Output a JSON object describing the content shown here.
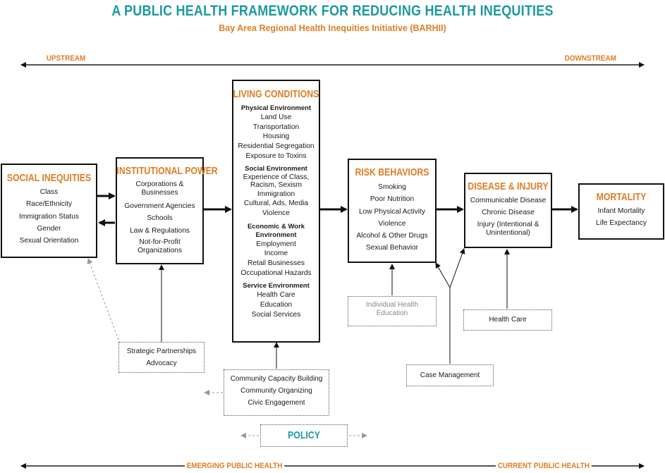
{
  "header": {
    "title": "A PUBLIC HEALTH FRAMEWORK FOR REDUCING HEALTH INEQUITIES",
    "subtitle": "Bay Area Regional Health Inequities Initiative (BARHII)"
  },
  "axis_top": {
    "left": "UPSTREAM",
    "right": "DOWNSTREAM"
  },
  "axis_bottom": {
    "left": "EMERGING PUBLIC HEALTH",
    "right": "CURRENT PUBLIC HEALTH"
  },
  "social_inequities": {
    "title": "SOCIAL INEQUITIES",
    "items": [
      "Class",
      "Race/Ethnicity",
      "Immigration Status",
      "Gender",
      "Sexual Orientation"
    ]
  },
  "institutional_power": {
    "title": "INSTITUTIONAL POWER",
    "items": [
      "Corporations & Businesses",
      "Government Agencies",
      "Schools",
      "Law & Regulations",
      "Not-for-Profit Organizations"
    ]
  },
  "living_conditions": {
    "title": "LIVING CONDITIONS",
    "sections": [
      {
        "heading": "Physical Environment",
        "items": [
          "Land Use",
          "Transportation",
          "Housing",
          "Residential Segregation",
          "Exposure to Toxins"
        ]
      },
      {
        "heading": "Social Environment",
        "items": [
          "Experience of Class, Racism, Sexism",
          "Immigration",
          "Cultural, Ads, Media",
          "Violence"
        ]
      },
      {
        "heading": "Economic & Work Environment",
        "items": [
          "Employment",
          "Income",
          "Retail Businesses",
          "Occupational Hazards"
        ]
      },
      {
        "heading": "Service Environment",
        "items": [
          "Health Care",
          "Education",
          "Social Services"
        ]
      }
    ]
  },
  "risk_behaviors": {
    "title": "RISK BEHAVIORS",
    "items": [
      "Smoking",
      "Poor Nutrition",
      "Low Physical Activity",
      "Violence",
      "Alcohol & Other Drugs",
      "Sexual Behavior"
    ]
  },
  "disease_injury": {
    "title": "DISEASE & INJURY",
    "items": [
      "Communicable Disease",
      "Chronic Disease",
      "Injury (Intentional & Unintentional)"
    ]
  },
  "mortality": {
    "title": "MORTALITY",
    "items": [
      "Infant Mortality",
      "Life Expectancy"
    ]
  },
  "interventions": {
    "strategic": [
      "Strategic Partnerships",
      "Advocacy"
    ],
    "community": [
      "Community Capacity Building",
      "Community Organizing",
      "Civic Engagement"
    ],
    "individual_health_education": "Individual Health Education",
    "health_care": "Health Care",
    "case_management": "Case Management",
    "policy": "POLICY"
  },
  "colors": {
    "teal": "#1e9aa0",
    "orange": "#e07d25",
    "line": "#111111",
    "dotted": "#999999"
  }
}
